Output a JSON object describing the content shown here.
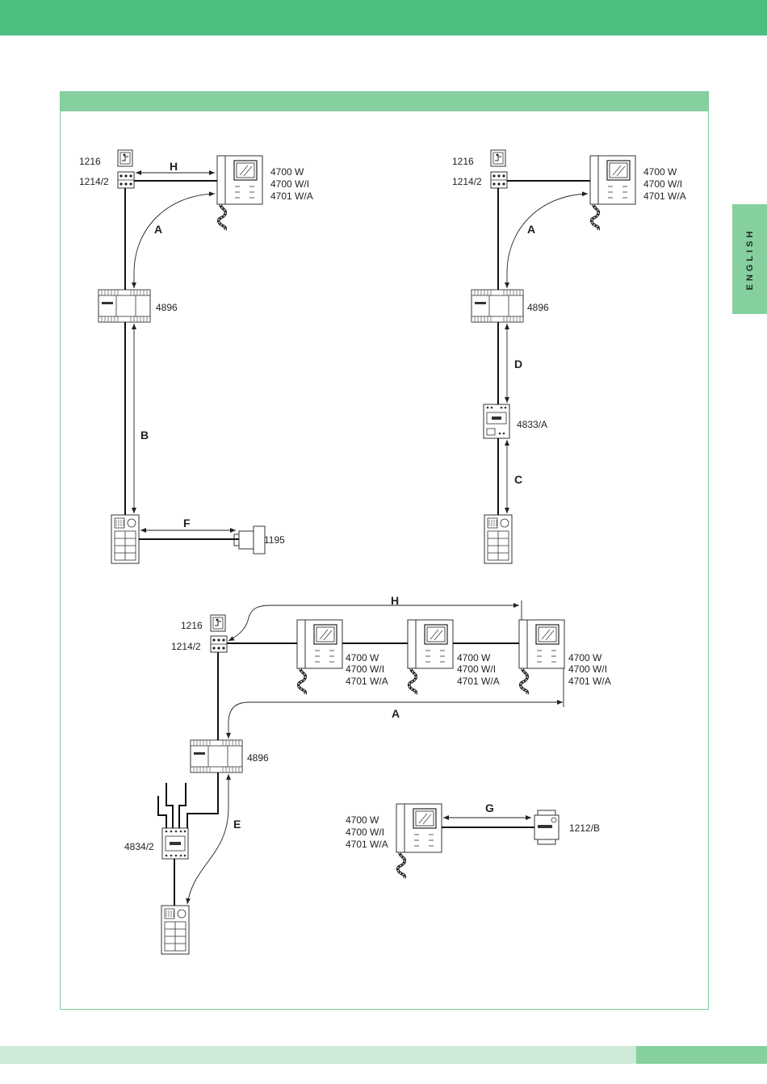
{
  "side_tab": {
    "label": "ENGLISH"
  },
  "devices": {
    "relay_1216": "1216",
    "relay_1214_2": "1214/2",
    "monitor_line1": "4700 W",
    "monitor_line2": "4700 W/I",
    "monitor_line3": "4701 W/A",
    "power_supply": "4896",
    "interface_4833": "4833/A",
    "interface_4834": "4834/2",
    "camera_1195": "1195",
    "unit_1212": "1212/B"
  },
  "cables": {
    "A": "A",
    "B": "B",
    "C": "C",
    "D": "D",
    "E": "E",
    "F": "F",
    "G": "G",
    "H": "H"
  }
}
